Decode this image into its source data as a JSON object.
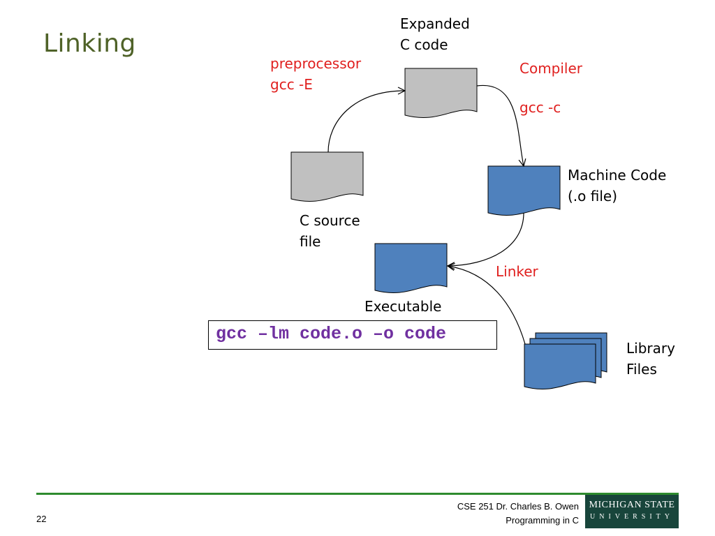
{
  "slide": {
    "title": "Linking",
    "page_number": "22"
  },
  "diagram": {
    "nodes": {
      "expanded": {
        "label_line1": "Expanded",
        "label_line2": "C code"
      },
      "c_source": {
        "label_line1": "C source",
        "label_line2": "file"
      },
      "machine": {
        "label_line1": "Machine Code",
        "label_line2": "(.o file)"
      },
      "executable": {
        "label": "Executable"
      },
      "library": {
        "label_line1": "Library",
        "label_line2": "Files"
      }
    },
    "edges": {
      "preprocessor": {
        "line1": "preprocessor",
        "line2": "gcc -E"
      },
      "compiler": {
        "line1": "Compiler",
        "line2": "gcc -c"
      },
      "linker": {
        "label": "Linker"
      }
    },
    "command": "gcc –lm code.o –o code",
    "colors": {
      "gray_doc": "#c0c0c0",
      "blue_doc": "#4f81bd",
      "red_label": "#e0201f",
      "command_text": "#7030a0",
      "title": "#4f6228"
    }
  },
  "footer": {
    "line1": "CSE 251 Dr. Charles B. Owen",
    "line2": "Programming in C",
    "logo_line1": "MICHIGAN STATE",
    "logo_line2": "UNIVERSITY"
  }
}
